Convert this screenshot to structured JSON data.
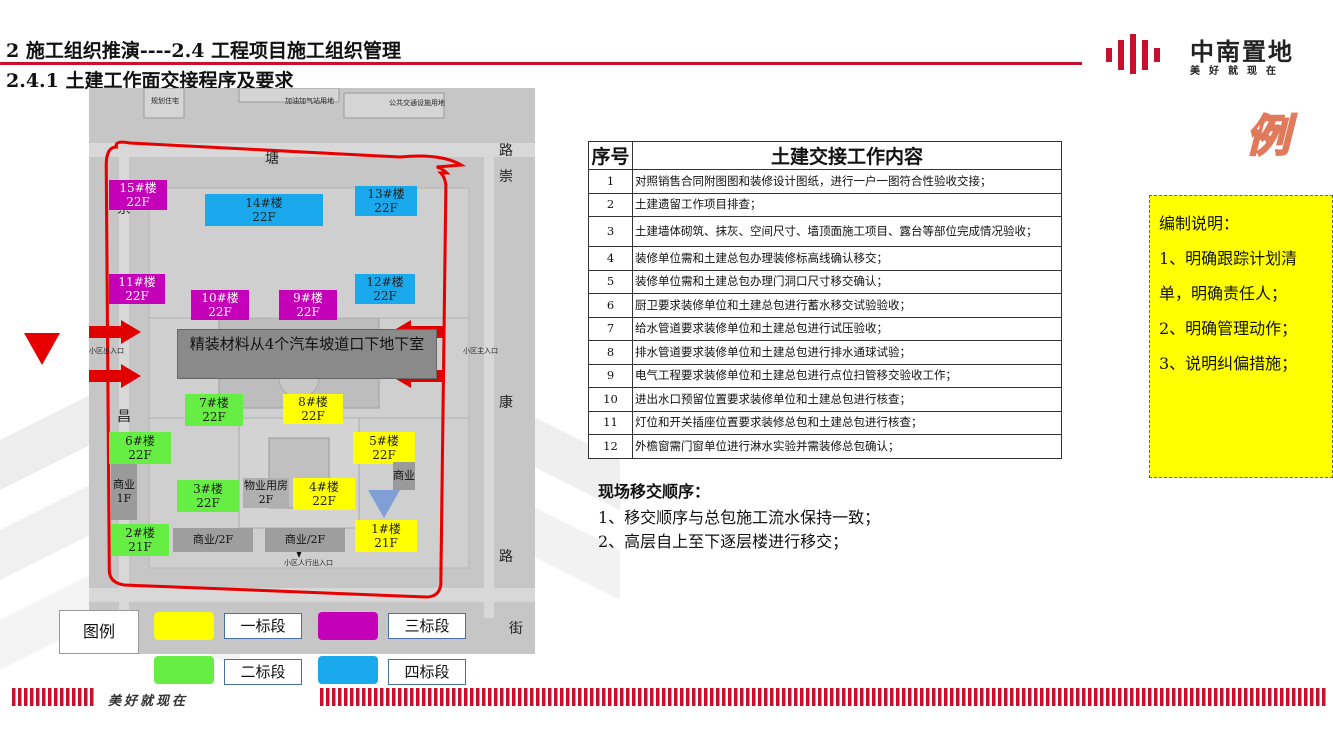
{
  "header": {
    "line1": "2 施工组织推演----2.4 工程项目施工组织管理",
    "line2": "2.4.1 土建工作面交接程序及要求"
  },
  "logo": {
    "cn": "中南置地",
    "sub": "美好就现在"
  },
  "example_mark": "例",
  "plan": {
    "top_labels": [
      "规划住宅",
      "加油加气站用地",
      "公共交通设施用地"
    ],
    "road_labels": [
      "塘",
      "路",
      "崇",
      "崇",
      "康",
      "路",
      "街",
      "昌"
    ],
    "entrance_labels": [
      "小区出入口",
      "小区主入口",
      "小区人行出入口"
    ],
    "buildings": [
      {
        "id": "b15",
        "name": "15#楼",
        "floors": "22F"
      },
      {
        "id": "b14",
        "name": "14#楼",
        "floors": "22F"
      },
      {
        "id": "b13",
        "name": "13#楼",
        "floors": "22F"
      },
      {
        "id": "b11",
        "name": "11#楼",
        "floors": "22F"
      },
      {
        "id": "b10",
        "name": "10#楼",
        "floors": "22F"
      },
      {
        "id": "b9",
        "name": "9#楼",
        "floors": "22F"
      },
      {
        "id": "b12",
        "name": "12#楼",
        "floors": "22F"
      },
      {
        "id": "b7",
        "name": "7#楼",
        "floors": "22F"
      },
      {
        "id": "b8",
        "name": "8#楼",
        "floors": "22F"
      },
      {
        "id": "b6",
        "name": "6#楼",
        "floors": "22F"
      },
      {
        "id": "b5",
        "name": "5#楼",
        "floors": "22F"
      },
      {
        "id": "b3",
        "name": "3#楼",
        "floors": "22F"
      },
      {
        "id": "b4",
        "name": "4#楼",
        "floors": "22F"
      },
      {
        "id": "b2",
        "name": "2#楼",
        "floors": "21F"
      },
      {
        "id": "b1",
        "name": "1#楼",
        "floors": "21F"
      }
    ],
    "commercial": {
      "left": "商业1F",
      "right": "商业",
      "property": "物业用房2F",
      "shop_a": "商业/2F",
      "shop_b": "商业/2F"
    },
    "note": "精装材料从4个汽车坡道口下地下室"
  },
  "legend": {
    "label": "图例",
    "items": [
      {
        "text": "一标段",
        "color": "#ffff00"
      },
      {
        "text": "三标段",
        "color": "#c400b8"
      },
      {
        "text": "二标段",
        "color": "#66ee44"
      },
      {
        "text": "四标段",
        "color": "#19a9ec"
      }
    ]
  },
  "table": {
    "col_no": "序号",
    "col_content": "土建交接工作内容",
    "rows": [
      {
        "no": "1",
        "text": "对照销售合同附图图和装修设计图纸，进行一户一图符合性验收交接；"
      },
      {
        "no": "2",
        "text": "土建遗留工作项目排查；"
      },
      {
        "no": "3",
        "text": "土建墙体砌筑、抹灰、空间尺寸、墙顶面施工项目、露台等部位完成情况验收；"
      },
      {
        "no": "4",
        "text": "装修单位需和土建总包办理装修标高线确认移交；"
      },
      {
        "no": "5",
        "text": "装修单位需和土建总包办理门洞口尺寸移交确认；"
      },
      {
        "no": "6",
        "text": "厨卫要求装修单位和土建总包进行蓄水移交试验验收；"
      },
      {
        "no": "7",
        "text": "给水管道要求装修单位和土建总包进行试压验收；"
      },
      {
        "no": "8",
        "text": "排水管道要求装修单位和土建总包进行排水通球试验；"
      },
      {
        "no": "9",
        "text": "电气工程要求装修单位和土建总包进行点位扫管移交验收工作；"
      },
      {
        "no": "10",
        "text": "进出水口预留位置要求装修单位和土建总包进行核查；"
      },
      {
        "no": "11",
        "text": "灯位和开关插座位置要求装修总包和土建总包进行核查；"
      },
      {
        "no": "12",
        "text": "外檐窗需门窗单位进行淋水实验并需装修总包确认；"
      }
    ]
  },
  "sequence": {
    "title": "现场移交顺序：",
    "items": [
      "1、移交顺序与总包施工流水保持一致；",
      "2、高层自上至下逐层楼进行移交；"
    ]
  },
  "note_box": {
    "lines": [
      "编制说明：",
      "1、明确跟踪计划清",
      "单，明确责任人；",
      "2、明确管理动作；",
      "3、说明纠偏措施；"
    ]
  },
  "footer": {
    "slogan": "美好就现在"
  },
  "colors": {
    "brand_red": "#c8102e",
    "yellow": "#ffff00",
    "green": "#66ee44",
    "magenta": "#c400b8",
    "blue": "#19a9ec"
  }
}
